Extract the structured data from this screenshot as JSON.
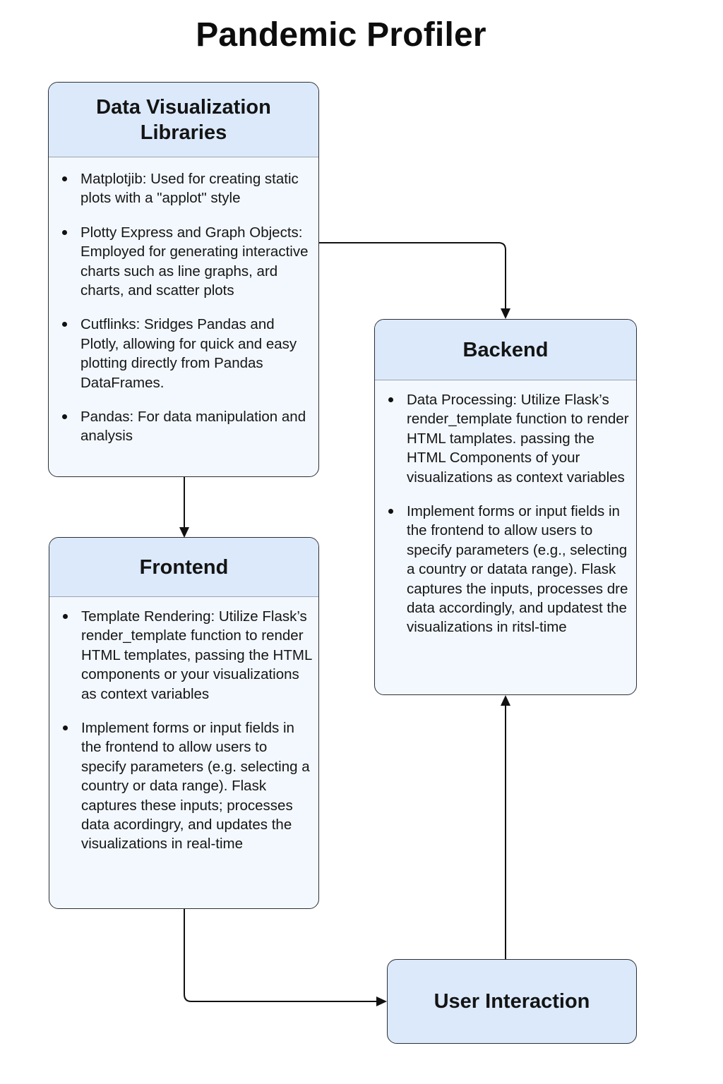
{
  "title": "Pandemic Profiler",
  "libraries": {
    "header": "Data Visualization Libraries",
    "items": [
      "Matplotjib: Used for creating static plots with a \"applot\" style",
      "Plotty Express and Graph Objects: Employed for generating interactive charts such as line graphs, ard charts, and scatter plots",
      "Cutflinks: Sridges Pandas and Plotly, allowing for quick and easy plotting directly from Pandas DataFrames.",
      "Pandas: For data manipulation and analysis"
    ]
  },
  "backend": {
    "header": "Backend",
    "items": [
      "Data Processing: Utilize Flask’s render_template function to render HTML tamplates. passing the HTML Components of your visualizations as context variables",
      "Implement forms or input fields in the frontend to allow users to specify parameters (e.g., selecting a country or datata range). Flask captures the inputs, processes dre data accordingly, and updatest the visualizations in ritsl-time"
    ]
  },
  "frontend": {
    "header": "Frontend",
    "items": [
      "Template Rendering: Utilize Flask’s render_template function to render HTML templates, passing the HTML components or your visualizations as context variables",
      "Implement forms or input fields in the frontend to allow users to specify parameters (e.g. selecting a country or data range). Flask captures these inputs; processes data acordingry, and updates the visualizations in real-time"
    ]
  },
  "user_interaction": {
    "label": "User Interaction"
  },
  "colors": {
    "header_fill": "#dbe9fb",
    "body_fill": "#f3f8fe",
    "border": "#2b2f36",
    "arrow": "#111111"
  }
}
